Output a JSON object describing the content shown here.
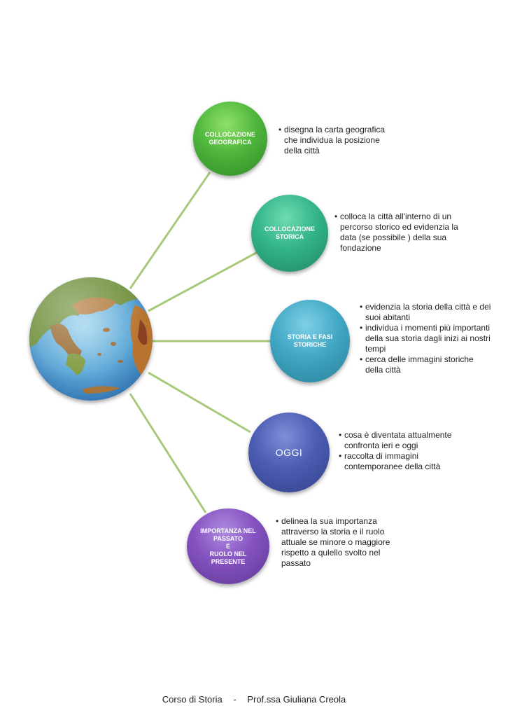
{
  "diagram": {
    "center": {
      "icon": "greece-relief-map-globe"
    },
    "colors": {
      "connector": "#a8c97a",
      "node1": "#4fb63c",
      "node2": "#33b48a",
      "node3": "#41a8c4",
      "node4": "#4b5cb3",
      "node5": "#8452c0"
    },
    "nodes": [
      {
        "title_lines": [
          "COLLOCAZIONE",
          "GEOGRAFICA"
        ],
        "items": [
          "disegna la carta geografica che individua la posizione della città"
        ]
      },
      {
        "title_lines": [
          "COLLOCAZIONE",
          "STORICA"
        ],
        "items": [
          "colloca la città all'interno di un percorso storico ed evidenzia la data (se possibile ) della sua fondazione"
        ]
      },
      {
        "title_lines": [
          "STORIA E FASI",
          "STORICHE"
        ],
        "items": [
          "evidenzia la storia della città e dei suoi abitanti",
          "individua i momenti più importanti della sua storia dagli inizi ai nostri tempi",
          "cerca delle immagini storiche della città"
        ]
      },
      {
        "title_lines": [
          "OGGI"
        ],
        "items": [
          "cosa è diventata attualmente confronta ieri e oggi",
          "raccolta di immagini contemporanee della città"
        ]
      },
      {
        "title_lines": [
          "IMPORTANZA NEL",
          "PASSATO",
          "E",
          "RUOLO NEL",
          "PRESENTE"
        ],
        "items": [
          "delinea la sua importanza attraverso la storia e il ruolo attuale se minore o maggiore rispetto a qulello svolto nel passato"
        ]
      }
    ]
  },
  "footer": {
    "course": "Corso di Storia",
    "separator": "-",
    "author": "Prof.ssa Giuliana Creola"
  }
}
